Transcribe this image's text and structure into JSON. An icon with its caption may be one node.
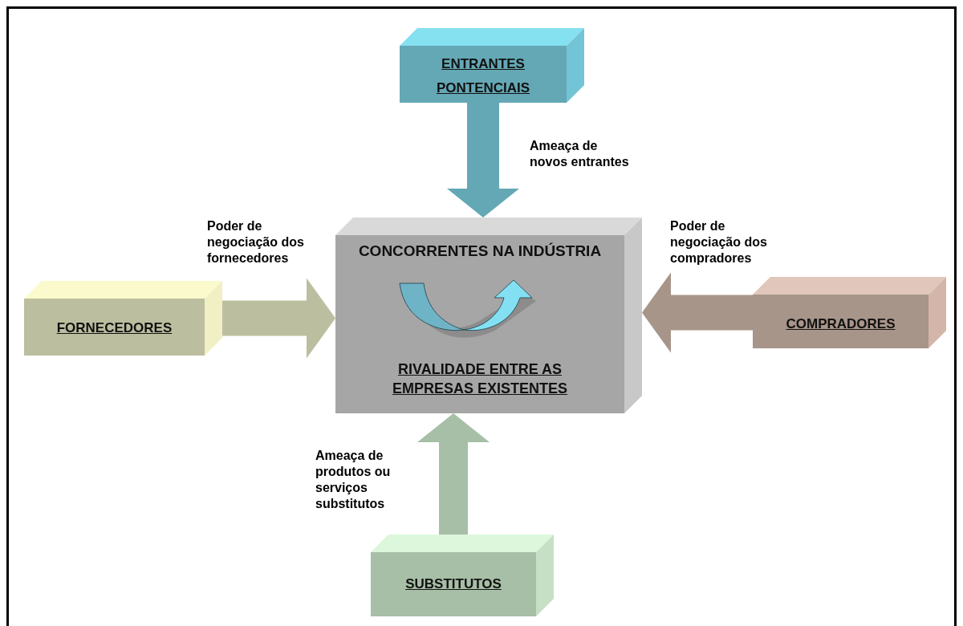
{
  "diagram": {
    "nodes": [
      {
        "text": [
          "ENTRANTES PONTENCIAIS"
        ]
      },
      {
        "text": [
          "FORNECEDORES"
        ]
      },
      {
        "text": [
          "CONCORRENTES NA INDÚSTRIA",
          "RIVALIDADE ENTRE AS EMPRESAS EXISTENTES"
        ]
      },
      {
        "text": [
          "COMPRADORES"
        ]
      },
      {
        "text": [
          "SUBSTITUTOS"
        ]
      }
    ],
    "edges": [
      {
        "from": 0,
        "to": 2,
        "arrow": "to",
        "label": "Ameaça de novos entrantes",
        "color": "#64a8b5"
      },
      {
        "from": 1,
        "to": 2,
        "arrow": "to",
        "label": "Poder de negociação dos fornecedores",
        "color": "#bcbf9f"
      },
      {
        "from": 3,
        "to": 2,
        "arrow": "to",
        "label": "Poder de negociação dos compradores",
        "color": "#a89589"
      },
      {
        "from": 4,
        "to": 2,
        "arrow": "to",
        "label": "Ameaça de produtos ou serviços substitutos",
        "color": "#a6bfa6"
      }
    ]
  }
}
